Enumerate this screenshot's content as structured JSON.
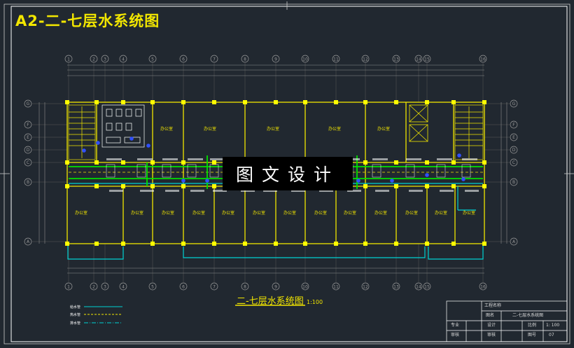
{
  "header": {
    "title": "A2-二-七层水系统图"
  },
  "watermark": {
    "text": "图文设计"
  },
  "drawing": {
    "title": "二-七层水系统图",
    "scale": "1:100"
  },
  "title_block": {
    "project_label": "工程名称",
    "drawing_name_label": "图名",
    "drawing_name_value": "二-七层水系统图",
    "major_label": "专业",
    "design_label": "设计",
    "ratio_label": "比例",
    "ratio_value": "1: 100",
    "review_label": "审核",
    "check_label": "审核",
    "drawing_no_label": "图号",
    "drawing_no_value": "07"
  },
  "legend": [
    "给水管",
    "热水管",
    "排水管"
  ],
  "axes": {
    "columns": [
      "1",
      "2",
      "3",
      "4",
      "5",
      "6",
      "7",
      "8",
      "9",
      "10",
      "11",
      "12",
      "13",
      "14",
      "15",
      "16"
    ],
    "rows": [
      "A",
      "B",
      "C",
      "D",
      "E",
      "F",
      "G"
    ]
  },
  "rooms": {
    "top": [
      "办公室",
      "办公室",
      "办公室",
      "办公室",
      "办公室"
    ],
    "bottom": [
      "办公室",
      "办公室",
      "办公室",
      "办公室",
      "办公室",
      "办公室",
      "办公室",
      "办公室",
      "办公室",
      "办公室",
      "办公室",
      "办公室",
      "办公室"
    ]
  },
  "colors": {
    "wall": "#f2e600",
    "pipe_supply": "#00e5e5",
    "pipe_corridor": "#00e000",
    "riser": "#3050ff",
    "column": "#ffff00"
  }
}
